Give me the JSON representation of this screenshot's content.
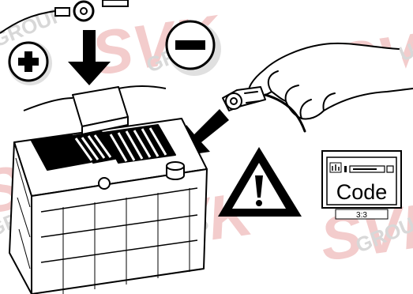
{
  "watermark": {
    "logo_text": "SVK",
    "group_text": "GROUP",
    "logo_color": "#f2c7c7",
    "group_color": "#d8d8d8"
  },
  "colors": {
    "line": "#000000",
    "grey_circle": "#e0e0e0",
    "paper": "#ffffff"
  },
  "icons": {
    "positive": "plus-icon",
    "negative": "minus-icon",
    "warning": "warning-triangle-icon",
    "hand": "hand-icon",
    "battery": "car-battery-icon"
  },
  "radio": {
    "code_label": "Code",
    "counter": "3:3"
  }
}
